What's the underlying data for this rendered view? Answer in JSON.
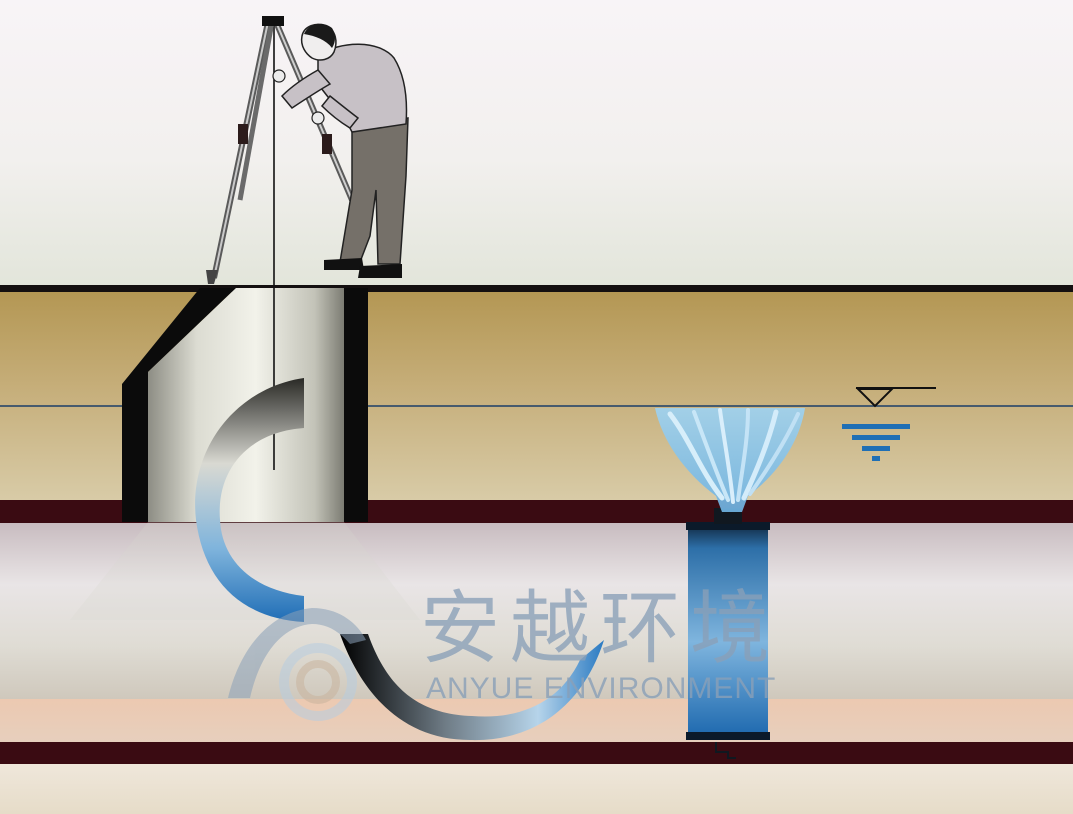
{
  "watermark": {
    "chinese": "安越环境",
    "english": "ANYUE ENVIRONMENT"
  },
  "colors": {
    "soil_top": "#b89a56",
    "soil_bottom": "#d6c8a0",
    "pipe_wall": "#3a0a10",
    "water_blue": "#1f6fb5",
    "spray_blue": "#8cc7ec",
    "watermark": "#8aa0b8"
  },
  "icons": [
    "surveyor-figure",
    "tripod",
    "water-level-symbol",
    "water-spray",
    "pipe-seal-plug",
    "camera-cable"
  ]
}
